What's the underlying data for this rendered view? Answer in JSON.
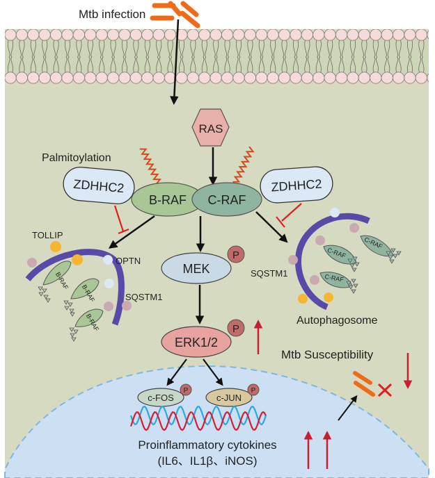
{
  "title": "ZDHHC2-mediated palmitoylation of RAF in Mtb infection",
  "labels": {
    "mtb_infection": "Mtb infection",
    "ras": "RAS",
    "palmitoylation": "Palmitoylation",
    "zdhhc2_left": "ZDHHC2",
    "zdhhc2_right": "ZDHHC2",
    "braf": "B-RAF",
    "craf": "C-RAF",
    "mek": "MEK",
    "erk": "ERK1/2",
    "phospho": "P",
    "tollip": "TOLLIP",
    "optn": "OPTN",
    "sqstm1_left": "SQSTM1",
    "sqstm1_right": "SQSTM1",
    "braf_cargo": "B-RAF",
    "craf_cargo": "C-RAF",
    "autophagosome": "Autophagosome",
    "mtb_susceptibility": "Mtb Susceptibility",
    "cfos": "c-FOS",
    "cjun": "c-JUN",
    "cytokines_title": "Proinflammatory cytokines",
    "cytokines_list": "(IL6、IL1β、iNOS)"
  },
  "regulation": {
    "erk_phosphorylation": "up",
    "cytokines": "up-up",
    "mtb_susceptibility": "down"
  },
  "colors": {
    "cytoplasm": "#d5dac0",
    "nucleus": "#cde0f3",
    "membrane_head": "#f5dcd8",
    "ras": "#e8b0a8",
    "braf": "#a9c796",
    "craf": "#8fb5a0",
    "zdhhc2": "#dbe8f5",
    "mek": "#c9d9e6",
    "erk": "#e8a3a0",
    "phospho": "#c06a6a",
    "autophagosome": "#5a4aa8",
    "mtb": "#ef6b1a",
    "palmitoyl": "#d24a1f",
    "inhibition": "#e02020",
    "up_arrow": "#c81e32"
  }
}
